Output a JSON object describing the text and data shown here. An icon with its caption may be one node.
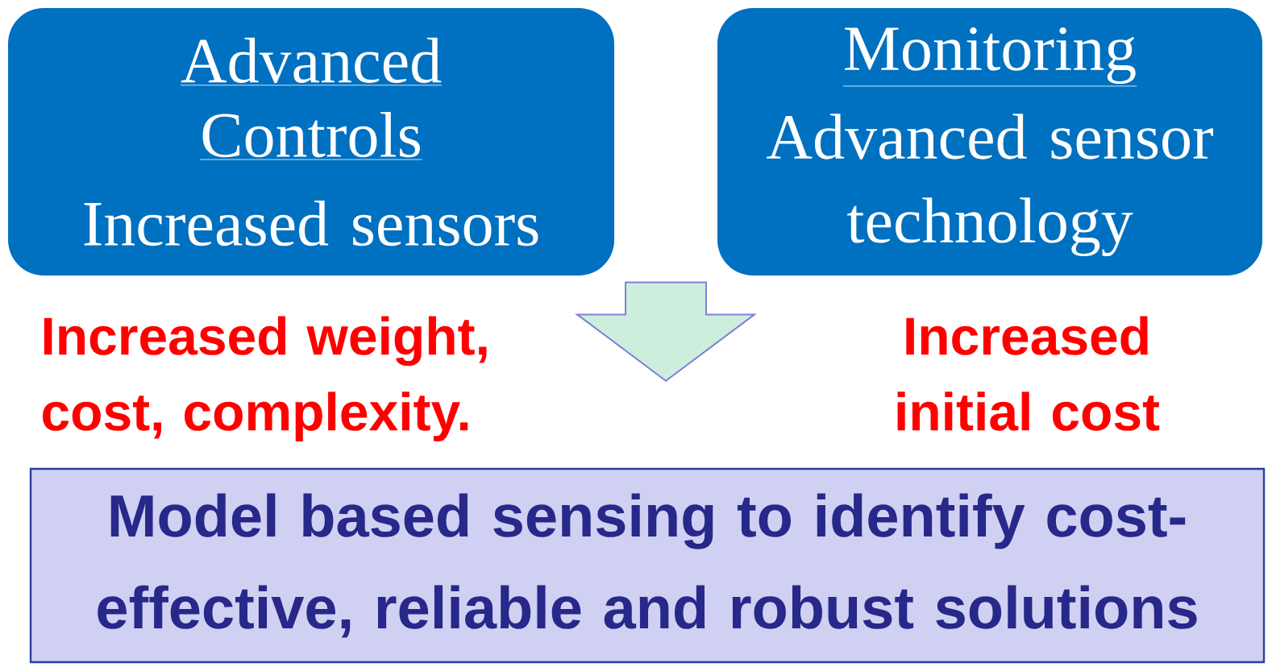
{
  "diagram": {
    "nodes": [
      {
        "text": [
          "Advanced Controls",
          "Increased sensors"
        ]
      },
      {
        "text": [
          "Monitoring",
          "Advanced sensor technology"
        ]
      },
      {
        "text": [
          "Model based sensing to identify cost-effective, reliable and robust solutions"
        ]
      }
    ],
    "edges": [
      {
        "from": 0,
        "to": 2,
        "arrow": "to"
      },
      {
        "from": 1,
        "to": 2,
        "arrow": "to"
      }
    ],
    "labels": [
      "Increased weight, cost, complexity.",
      "Increased initial cost"
    ]
  }
}
